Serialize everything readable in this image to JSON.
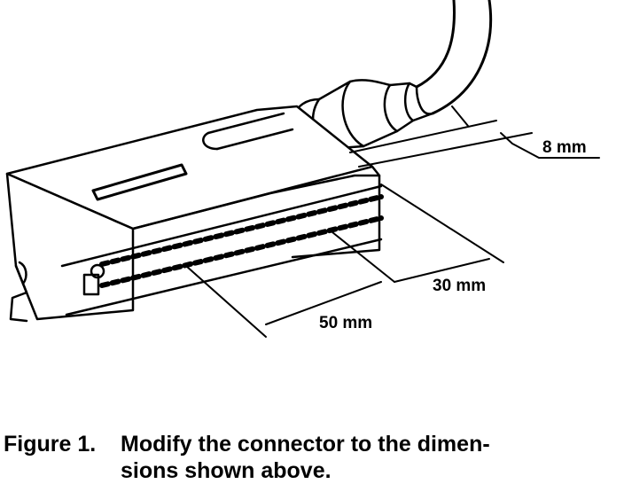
{
  "dimensions": {
    "top_gap": "8 mm",
    "middle_length": "30 mm",
    "bottom_length": "50 mm"
  },
  "caption": {
    "number": "Figure 1.",
    "line1": "Modify the connector to the dimen-",
    "line2": "sions shown above."
  }
}
